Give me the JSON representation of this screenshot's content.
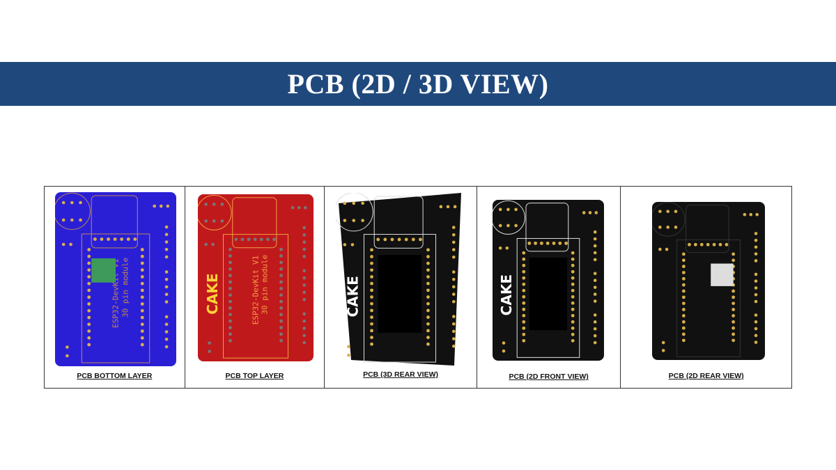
{
  "header": {
    "title": "PCB (2D / 3D VIEW)"
  },
  "colors": {
    "band": "#1f497d",
    "bottom_layer": "#2b1fd6",
    "top_layer": "#c0191c",
    "black_board": "#111111",
    "pad": "#d8b04a"
  },
  "board_text": {
    "brand": "CAKE",
    "module": "ESP32-DevKit V1",
    "module_sub": "30 pin module"
  },
  "panels": [
    {
      "caption": "PCB BOTTOM LAYER"
    },
    {
      "caption": "PCB TOP LAYER"
    },
    {
      "caption": "PCB (3D REAR VIEW)"
    },
    {
      "caption": "PCB (2D FRONT VIEW)"
    },
    {
      "caption": "PCB (2D REAR VIEW)"
    }
  ]
}
